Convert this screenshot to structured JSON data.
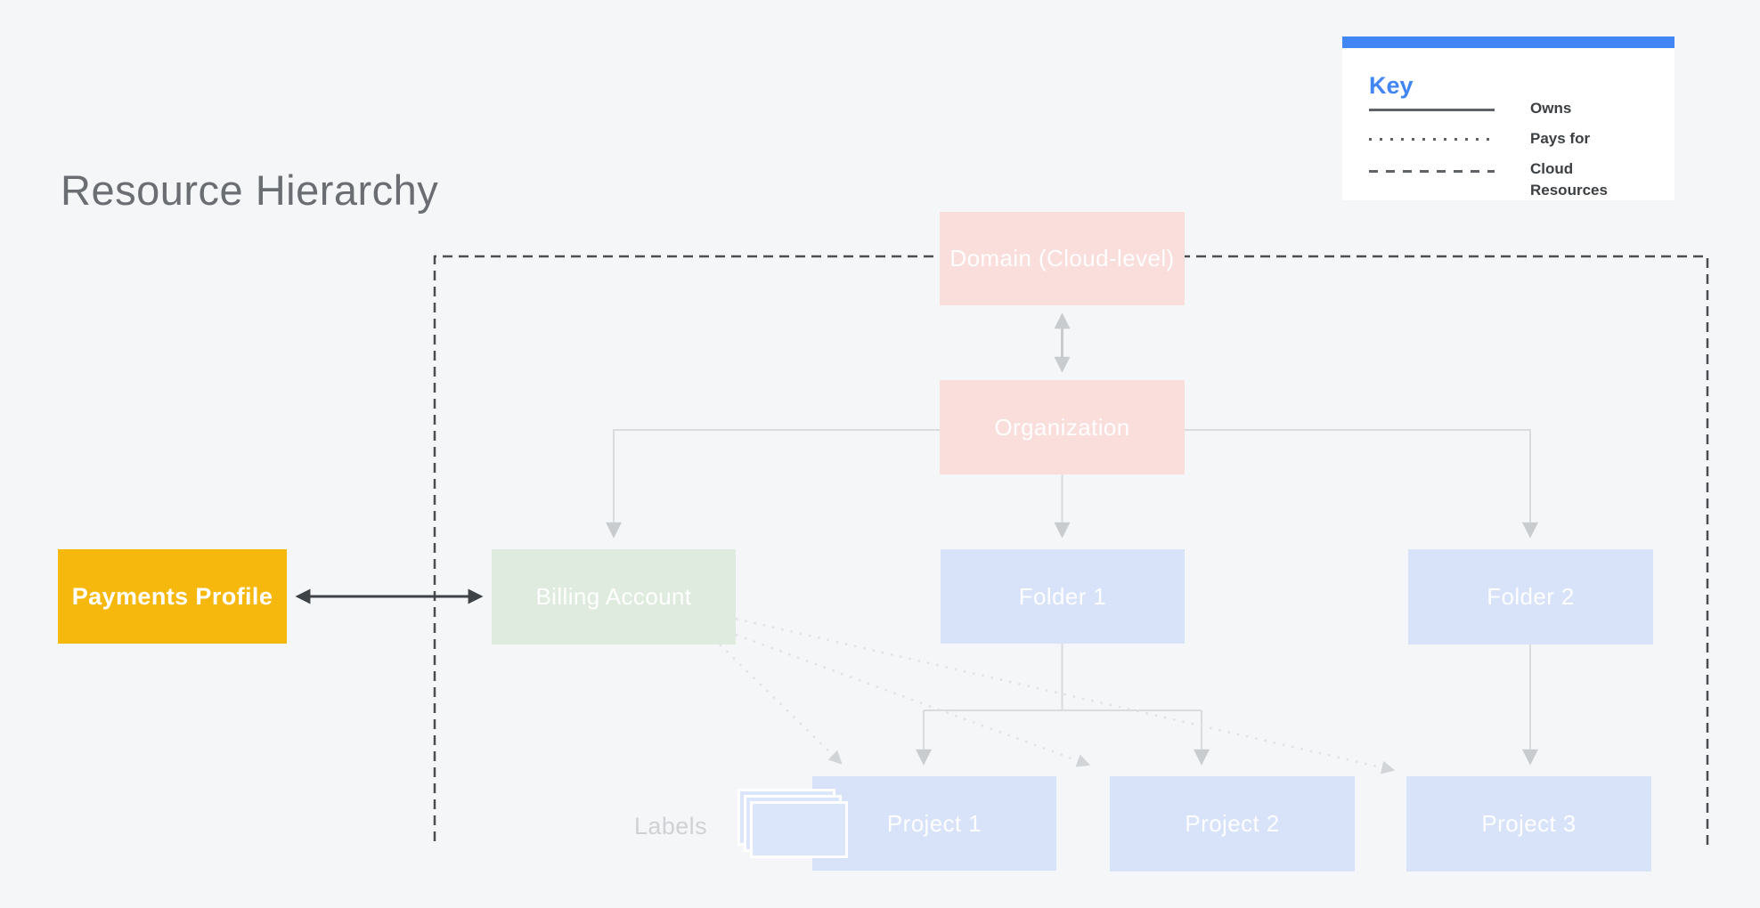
{
  "title": "Resource Hierarchy",
  "key": {
    "title": "Key",
    "items": [
      {
        "label": "Owns",
        "line_style": "solid"
      },
      {
        "label": "Pays for",
        "line_style": "dotted"
      },
      {
        "label": "Cloud Resources",
        "line_style": "dashed"
      }
    ]
  },
  "nodes": {
    "domain": {
      "label": "Domain (Cloud-level)",
      "color": "#F9DEDC"
    },
    "organization": {
      "label": "Organization",
      "color": "#F9DEDC"
    },
    "payments_profile": {
      "label": "Payments Profile",
      "color": "#F7B80D"
    },
    "billing_account": {
      "label": "Billing Account",
      "color": "#DFEBDF"
    },
    "folder1": {
      "label": "Folder 1",
      "color": "#D8E3F9"
    },
    "folder2": {
      "label": "Folder 2",
      "color": "#D8E3F9"
    },
    "project1": {
      "label": "Project 1",
      "color": "#D8E3F9"
    },
    "project2": {
      "label": "Project 2",
      "color": "#D8E3F9"
    },
    "project3": {
      "label": "Project 3",
      "color": "#D8E3F9"
    }
  },
  "labels_caption": "Labels",
  "relationships": [
    {
      "from": "Payments Profile",
      "to": "Billing Account",
      "type": "Owns",
      "bidirectional": true
    },
    {
      "from": "Domain (Cloud-level)",
      "to": "Organization",
      "type": "hierarchy",
      "bidirectional": true
    },
    {
      "from": "Organization",
      "to": "Billing Account",
      "type": "hierarchy"
    },
    {
      "from": "Organization",
      "to": "Folder 1",
      "type": "hierarchy"
    },
    {
      "from": "Organization",
      "to": "Folder 2",
      "type": "hierarchy"
    },
    {
      "from": "Folder 1",
      "to": "Project 1",
      "type": "hierarchy"
    },
    {
      "from": "Folder 1",
      "to": "Project 2",
      "type": "hierarchy"
    },
    {
      "from": "Folder 2",
      "to": "Project 3",
      "type": "hierarchy"
    },
    {
      "from": "Billing Account",
      "to": "Project 1",
      "type": "Pays for"
    },
    {
      "from": "Billing Account",
      "to": "Project 2",
      "type": "Pays for"
    },
    {
      "from": "Billing Account",
      "to": "Project 3",
      "type": "Pays for"
    },
    {
      "boundary": "Cloud Resources",
      "type": "dashed-region",
      "contains": [
        "Domain (Cloud-level)",
        "Organization",
        "Billing Account",
        "Folder 1",
        "Folder 2",
        "Project 1",
        "Project 2",
        "Project 3"
      ]
    }
  ],
  "colors": {
    "background": "#F5F6F8",
    "key_accent_blue": "#4285F4",
    "key_text_dark": "#3C4043",
    "title_gray": "#6A6E73",
    "node_pink": "#F9DEDC",
    "node_green": "#DFEBDF",
    "node_blue": "#D8E3F9",
    "node_yellow": "#F7B80D",
    "dashed_boundary": "#4A4E52",
    "dark_arrow": "#3E4347",
    "tree_connector": "#D9DBDE",
    "dotted_connector": "#E0E2E5"
  }
}
